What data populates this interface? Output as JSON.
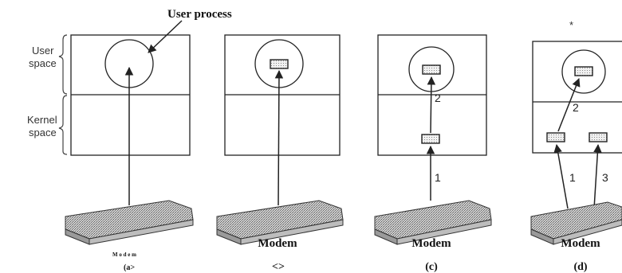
{
  "title": "User process",
  "axis_labels": {
    "user_space": [
      "User",
      "space"
    ],
    "kernel_space": [
      "Kernel",
      "space"
    ]
  },
  "panels": [
    {
      "device_label": "M o d e m",
      "caption": "(a>",
      "arrow_labels": []
    },
    {
      "device_label": "Modem",
      "caption": "<>",
      "arrow_labels": []
    },
    {
      "device_label": "Modem",
      "caption": "(c)",
      "arrow_labels": [
        "2",
        "1"
      ]
    },
    {
      "device_label": "Modem",
      "caption": "(d)",
      "arrow_labels": [
        "2",
        "1",
        "3"
      ]
    }
  ],
  "stray_mark": "*"
}
